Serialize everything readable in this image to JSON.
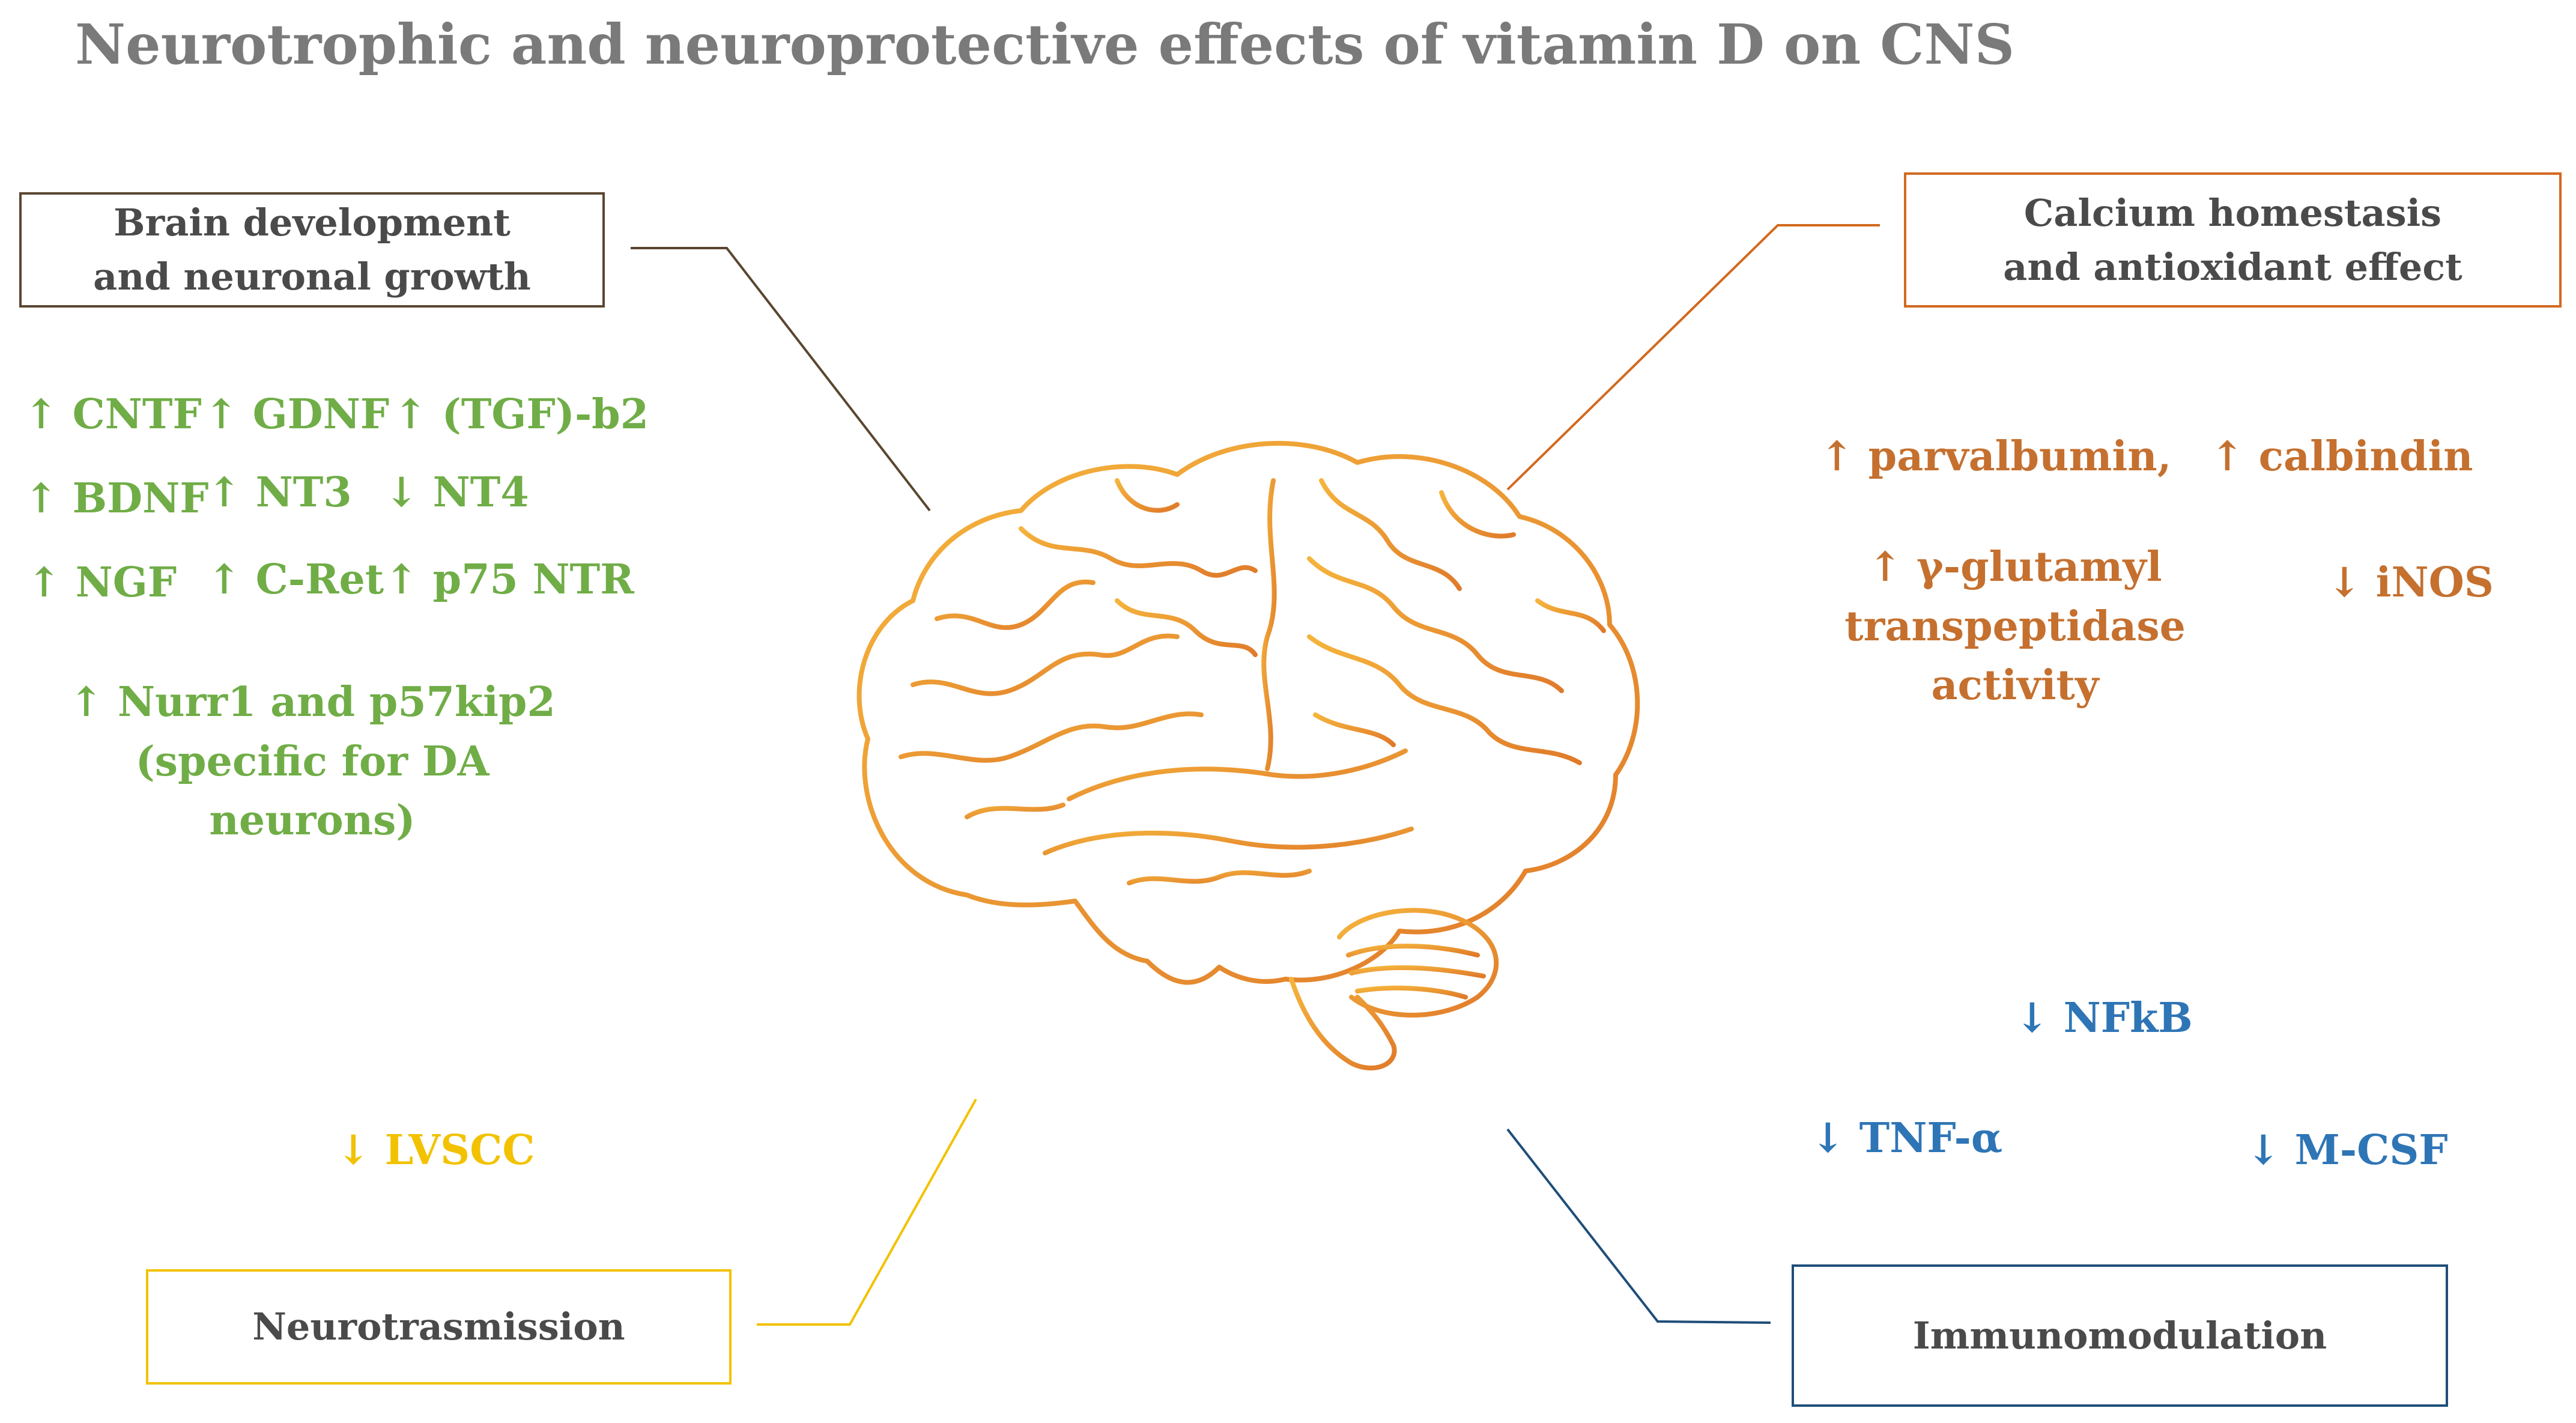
{
  "title": "Neurotrophic and neuroprotective effects of vitamin D on CNS",
  "colors": {
    "green": "#70ad47",
    "orange": "#c5702f",
    "blue": "#2e75b6",
    "yellow": "#f2c200",
    "brain": "#e8973a"
  },
  "boxes": {
    "brain_dev": "Brain development\nand neuronal growth",
    "calcium": "Calcium homestasis\nand antioxidant effect",
    "neurotransmission": "Neurotrasmission",
    "immunomodulation": "Immunomodulation"
  },
  "brain_dev_factors": {
    "cntf": "↑ CNTF",
    "gdnf": "↑ GDNF",
    "tgf": "↑ (TGF)-b2",
    "bdnf": "↑ BDNF",
    "nt3": "↑ NT3",
    "nt4": "↓ NT4",
    "ngf": "↑ NGF",
    "cret": "↑ C-Ret",
    "p75": "↑ p75 NTR",
    "nurr1": "↑ Nurr1 and p57kip2\n(specific  for DA neurons)"
  },
  "calcium_factors": {
    "parvalbumin": "↑ parvalbumin,",
    "calbindin": "↑ calbindin",
    "ggt": "↑ γ-glutamyl  transpeptidase\nactivity",
    "inos": "↓ iNOS"
  },
  "neuro_factors": {
    "lvscc": "↓ LVSCC"
  },
  "immuno_factors": {
    "nfkb": "↓ NFkB",
    "tnf": "↓ TNF-α",
    "mcsf": "↓ M-CSF"
  }
}
